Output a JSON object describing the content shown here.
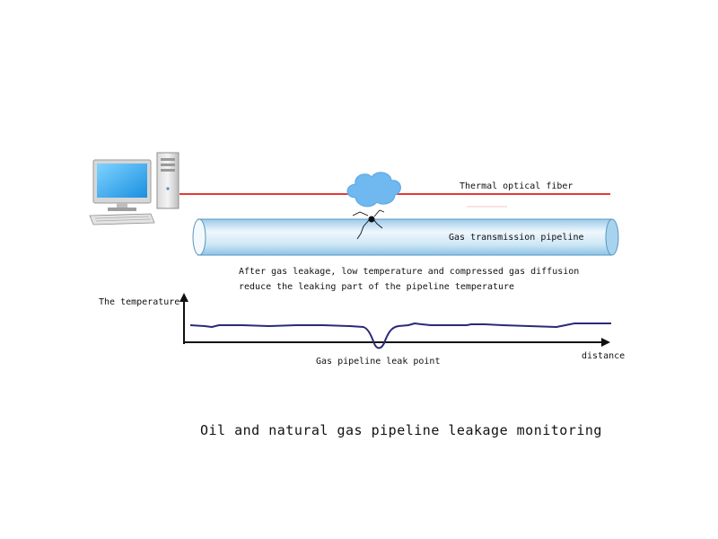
{
  "labels": {
    "fiber": "Thermal optical fiber",
    "pipeline": "Gas transmission pipeline",
    "description_line1": "After gas leakage, low temperature and compressed gas diffusion",
    "description_line2": "reduce the leaking part of the pipeline temperature",
    "y_axis": "The temperature",
    "leak_point": "Gas pipeline leak point",
    "x_axis": "distance"
  },
  "title": "Oil and natural gas pipeline leakage monitoring",
  "colors": {
    "fiber": "#e53a3a",
    "curve": "#2a2a7a",
    "cloud": "#6fb8f0",
    "pipe_light": "#eef7fd",
    "pipe_mid": "#bfe0f4",
    "pipe_dark": "#8cc3e6"
  },
  "icons": {
    "computer": "desktop-computer-icon",
    "cloud": "gas-cloud-icon",
    "leak": "leak-crack-icon"
  }
}
